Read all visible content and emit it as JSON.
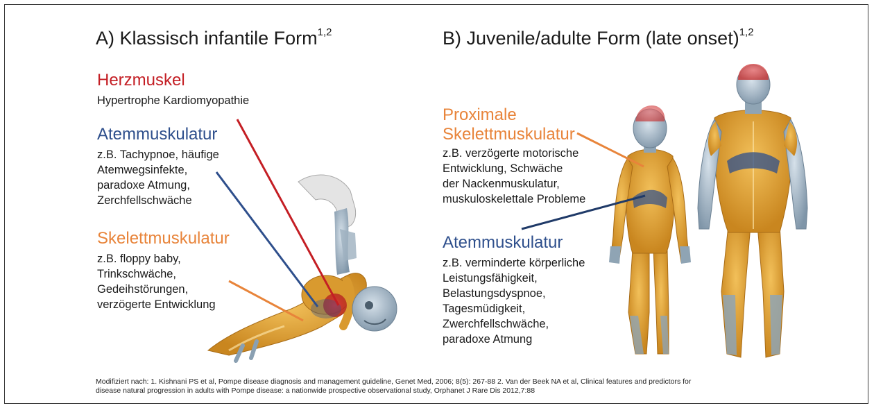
{
  "panel_a": {
    "title": "A) Klassisch infantile Form",
    "title_sup": "1,2",
    "sections": [
      {
        "heading": "Herzmuskel",
        "lines": [
          "Hypertrophe Kardiomyopathie"
        ]
      },
      {
        "heading": "Atemmuskulatur",
        "lines": [
          "z.B. Tachypnoe, häufige",
          "Atemwegsinfekte,",
          "paradoxe Atmung,",
          "Zerchfellschwäche"
        ]
      },
      {
        "heading": "Skelettmuskulatur",
        "lines": [
          "z.B. floppy baby,",
          "Trinkschwäche,",
          "Gedeihstörungen,",
          "verzögerte Entwicklung"
        ]
      }
    ]
  },
  "panel_b": {
    "title": "B) Juvenile/adulte Form (late onset)",
    "title_sup": "1,2",
    "sections": [
      {
        "heading_lines": [
          "Proximale",
          "Skelettmuskulatur"
        ],
        "lines": [
          "z.B. verzögerte motorische",
          "Entwicklung, Schwäche",
          "der Nackenmuskulatur,",
          "muskuloskelettale Probleme"
        ]
      },
      {
        "heading": "Atemmuskulatur",
        "lines": [
          "z.B. verminderte körperliche",
          "Leistungsfähigkeit,",
          "Belastungsdyspnoe,",
          "Tagesmüdigkeit,",
          "Zwerchfellschwäche,",
          "paradoxe Atmung"
        ]
      }
    ]
  },
  "footnote": {
    "line1": "Modifiziert nach: 1. Kishnani PS et al, Pompe disease diagnosis and management guideline, Genet Med, 2006; 8(5): 267-88 2. Van der Beek NA et al, Clinical features and predictors for",
    "line2": "disease natural progression in adults with Pompe disease: a nationwide prospective observational study, Orphanet J Rare Dis 2012,7:88"
  },
  "colors": {
    "heart": "#c41e24",
    "respiratory": "#2e4f8c",
    "skeletal": "#e8843a",
    "muscle": "#e3a53c",
    "bone": "#8fa4b4"
  }
}
